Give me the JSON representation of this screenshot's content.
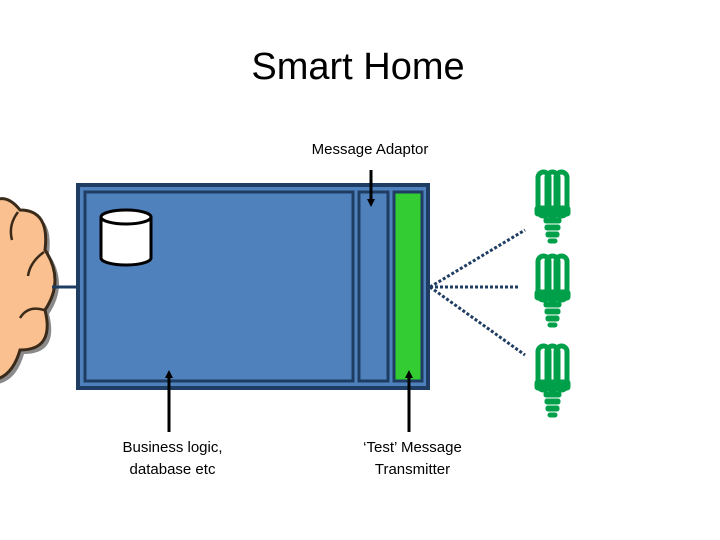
{
  "title": "Smart Home",
  "labels": {
    "message_adaptor": "Message Adaptor",
    "business_logic_line1": "Business logic,",
    "business_logic_line2": "database etc",
    "test_transmitter_line1": "‘Test’ Message",
    "test_transmitter_line2": "Transmitter"
  },
  "icons": {
    "cloud": "cloud-icon",
    "database": "database-icon",
    "bulb": "light-bulb-icon"
  },
  "colors": {
    "box_fill": "#4f81bd",
    "box_border": "#1f3d63",
    "transmitter_fill": "#33cc33",
    "cloud_fill": "#fac090",
    "bulb_green": "#00a04a",
    "dotted_link": "#1f3d63"
  }
}
